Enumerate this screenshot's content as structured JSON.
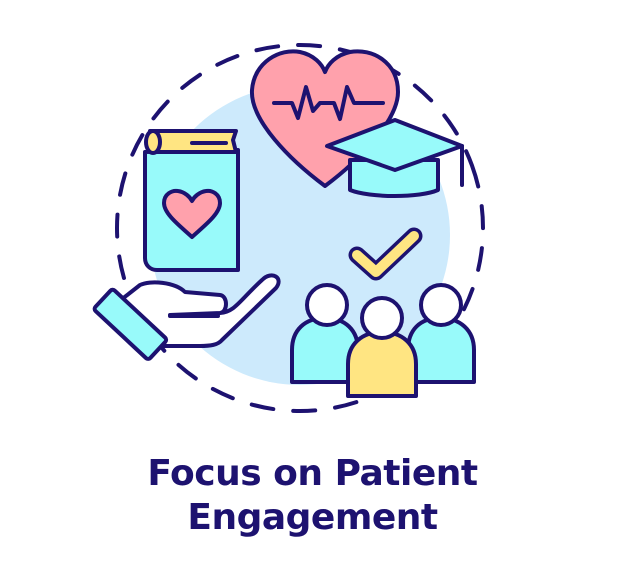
{
  "caption": {
    "line1": "Focus on Patient",
    "line2": "Engagement"
  },
  "icons": {
    "background_circle": "light-blue-circle",
    "dashed_ring": "dashed-circle-outline",
    "heart": "heart-with-pulse-icon",
    "cap": "graduation-cap-icon",
    "book": "book-with-heart-icon",
    "hand": "open-hand-icon",
    "check": "checkmark-icon",
    "people": "group-of-people-icon"
  },
  "colors": {
    "outline": "#1d1270",
    "background_circle": "#cdeafc",
    "heart_pink": "#ffa1ac",
    "cyan": "#98fafa",
    "yellow": "#ffe582",
    "white": "#ffffff",
    "title": "#1d1270"
  }
}
